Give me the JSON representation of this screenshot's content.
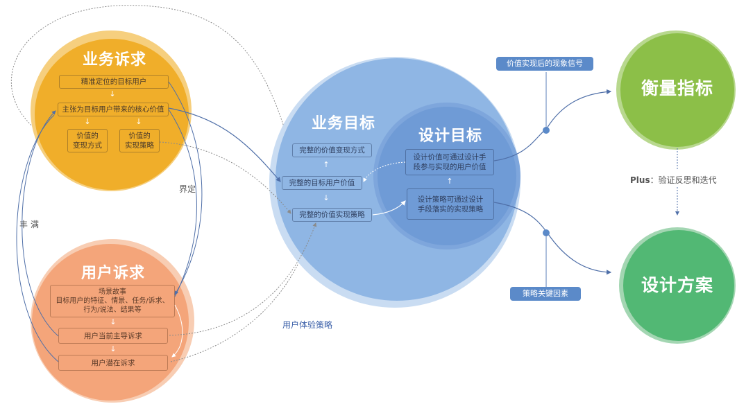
{
  "business_appeal": {
    "title": "业务诉求",
    "items": {
      "target_user": "精准定位的目标用户",
      "core_value": "主张为目标用户带来的核心价值",
      "monetization": "价值的\n变现方式",
      "strategy": "价值的\n实现策略"
    },
    "color": "#f0ae2a",
    "ring_color": "#f6cf7e"
  },
  "user_appeal": {
    "title": "用户诉求",
    "items": {
      "scenario": "场景故事\n目标用户的特征、情景、任务/诉求、\n行为/说法、结果等",
      "current": "用户当前主导诉求",
      "potential": "用户潜在诉求"
    },
    "color": "#f4a57a",
    "ring_color": "#f8cdb3"
  },
  "business_goal": {
    "title": "业务目标",
    "items": {
      "monetization": "完整的价值变现方式",
      "user_value": "完整的目标用户价值",
      "strategy": "完整的价值实现策略"
    },
    "color": "#8fb6e4",
    "ring_color": "#c9dcf2"
  },
  "design_goal": {
    "title": "设计目标",
    "items": {
      "design_value": "设计价值可通过设计手\n段参与实现的用户价值",
      "design_strategy": "设计策略可通过设计\n手段落实的实现策略"
    },
    "color": "#6f9bd6"
  },
  "metrics": {
    "title": "衡量指标",
    "color": "#8cbf48",
    "ring_color": "#b8d88e"
  },
  "design_solution": {
    "title": "设计方案",
    "color": "#52b874",
    "ring_color": "#a3d6b2"
  },
  "labels": {
    "define": "界定",
    "enrich": "丰满",
    "ux_strategy": "用户体验策略",
    "plus_prefix": "Plus",
    "plus_text": "：验证反思和迭代"
  },
  "tags": {
    "signal": "价值实现后的现象信号",
    "key_factor": "策略关键因素"
  }
}
